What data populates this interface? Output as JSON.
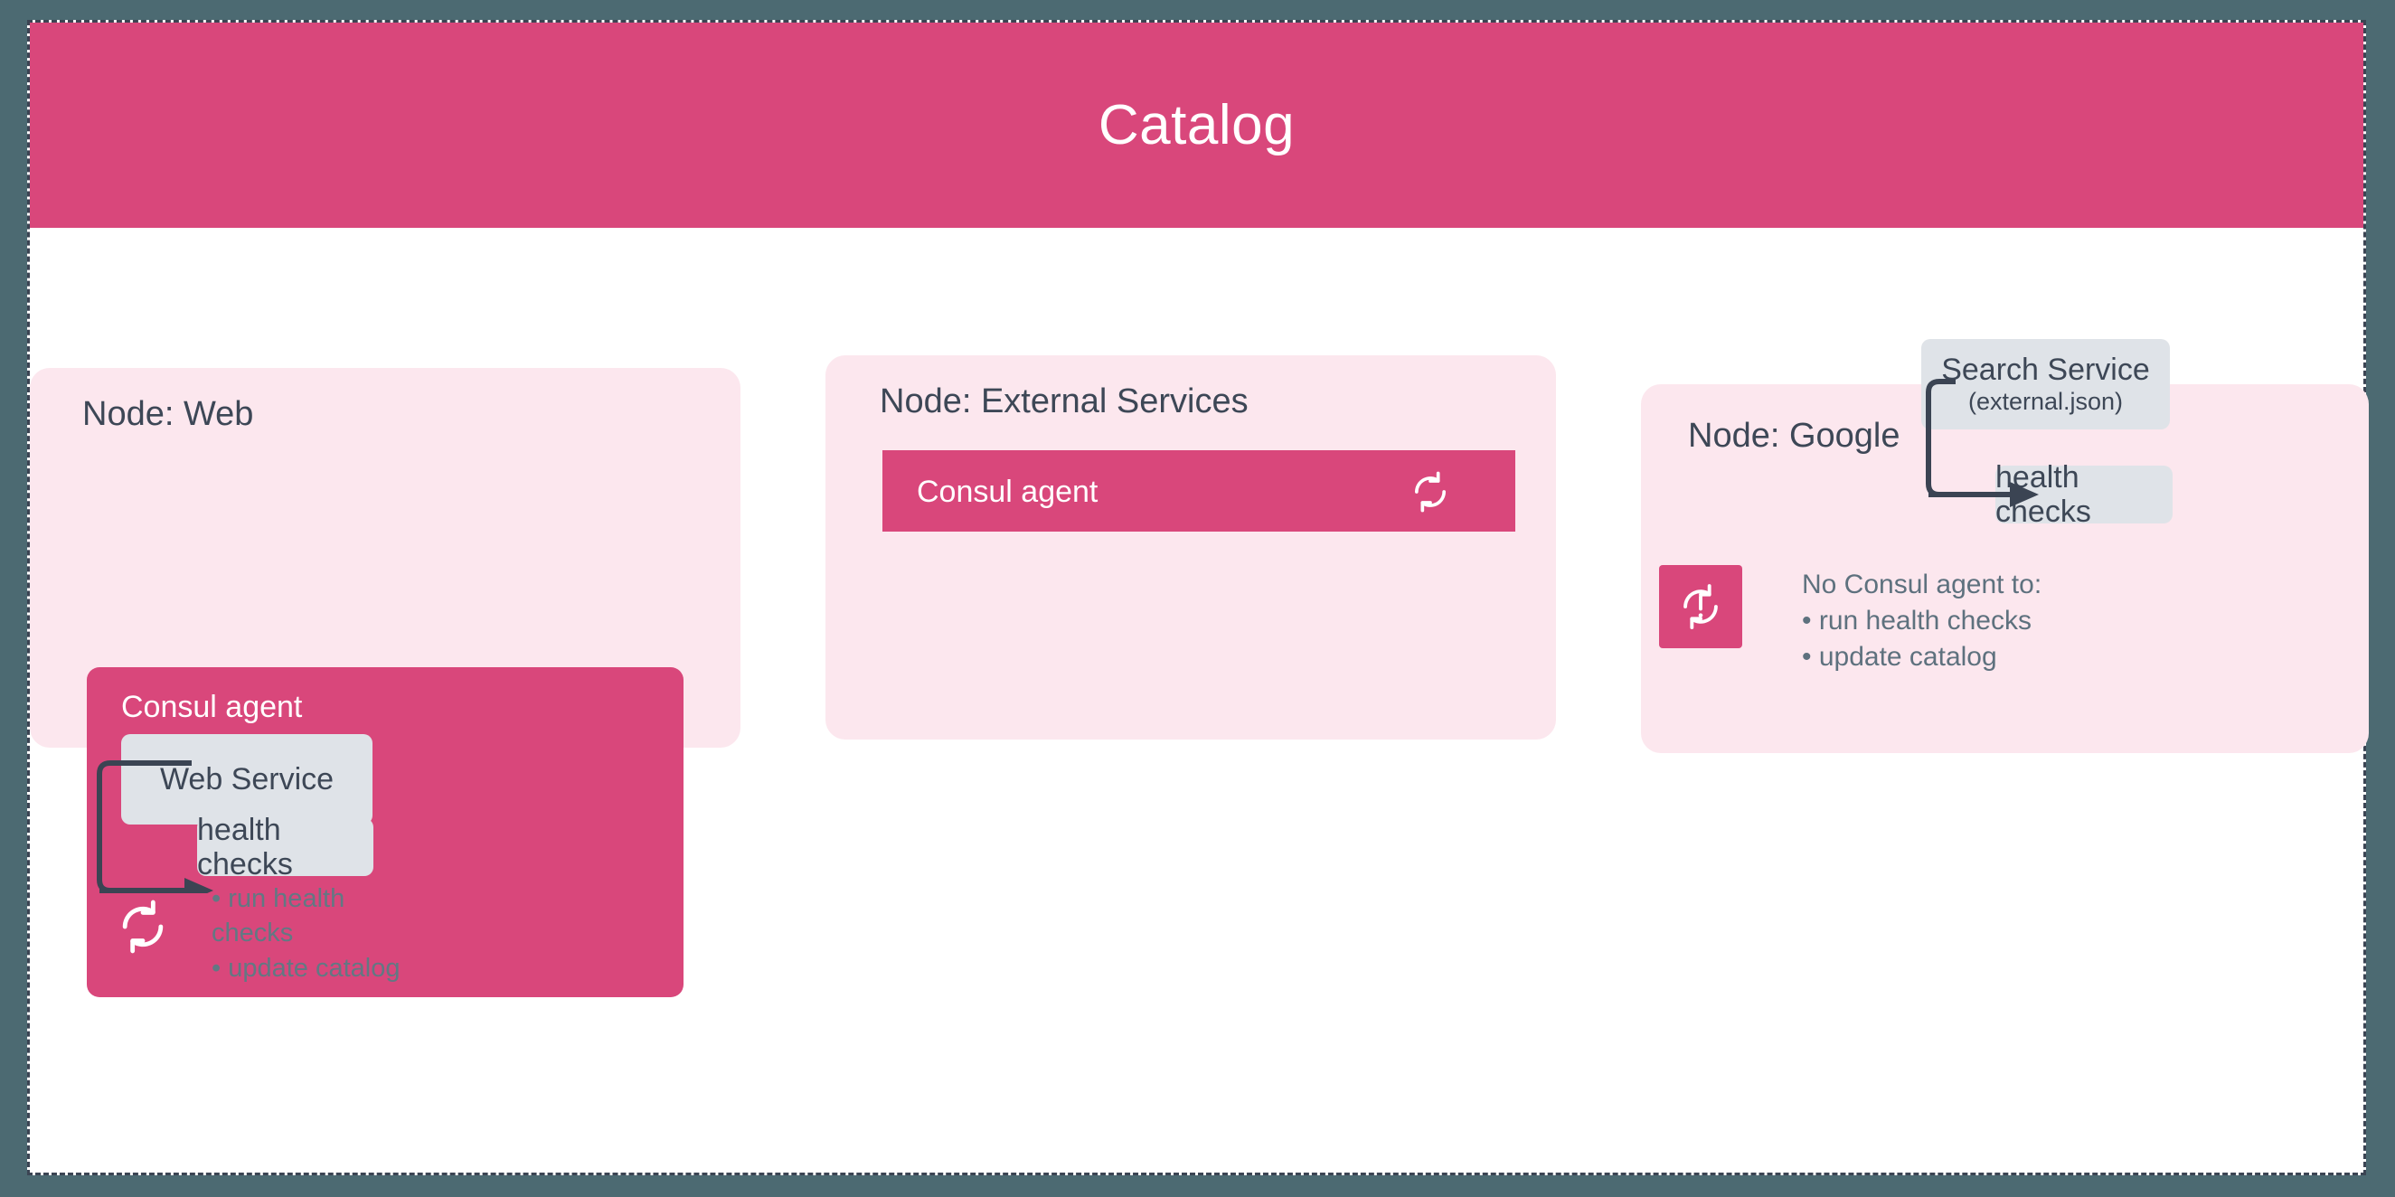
{
  "header": {
    "title": "Catalog",
    "bg_color": "#D9477B",
    "text_color": "#FFFFFF"
  },
  "canvas": {
    "background": "#4C6A72",
    "page_background": "#FFFFFF",
    "border_style": "dashed",
    "border_color": "#3B4453"
  },
  "palette": {
    "accent_pink": "#D9477B",
    "panel_pink": "#FCE7EE",
    "box_gray": "#DFE3E8",
    "text_dark": "#3D4756",
    "text_muted": "#5E717E",
    "connector": "#3B4453"
  },
  "nodes": [
    {
      "id": "web",
      "label": "Node: Web",
      "agent": {
        "label": "Consul agent",
        "services": [
          {
            "name": "Web Service",
            "sub": ""
          },
          {
            "name": "health checks",
            "sub": ""
          }
        ],
        "icon": "sync-icon",
        "bullets_heading": "",
        "bullets": [
          "• run health",
          "   checks",
          "• update catalog"
        ],
        "bullets_text": "• run health\n   checks\n• update catalog"
      }
    },
    {
      "id": "external",
      "label": "Node: External Services",
      "agent": {
        "label": "Consul agent",
        "icon": "sync-icon",
        "services": [],
        "bullets_text": ""
      }
    },
    {
      "id": "google",
      "label": "Node: Google",
      "services": [
        {
          "name": "Search Service",
          "sub": "(external.json)"
        },
        {
          "name": "health checks",
          "sub": ""
        }
      ],
      "warning": {
        "icon": "sync-alert-icon",
        "heading": "No Consul agent to:",
        "bullets": [
          "• run health checks",
          "• update catalog"
        ],
        "text": "No Consul agent to:\n • run health checks\n • update catalog"
      }
    }
  ],
  "connectors": [
    {
      "from": "Web Service",
      "to": "health checks",
      "arrow": "arrow-web-to-healthchecks"
    },
    {
      "from": "Search Service",
      "to": "health checks",
      "arrow": "arrow-search-to-healthchecks"
    }
  ]
}
